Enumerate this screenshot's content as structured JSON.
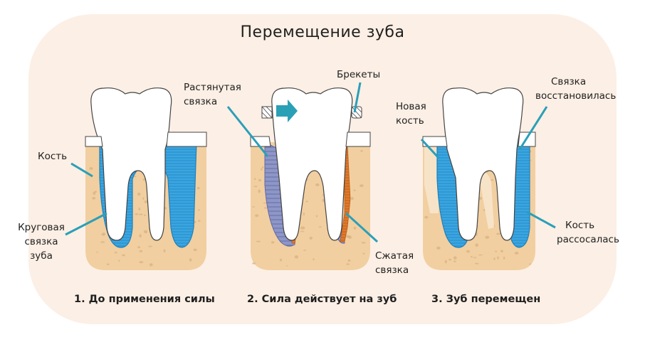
{
  "title": "Перемещение зуба",
  "colors": {
    "background": "#fcece0",
    "bone": "#f2cfa0",
    "bone_pore": "#d9b182",
    "ligament": "#3aa6e0",
    "pointer": "#2a9fb8",
    "stretched_ligament": "#8e96c6",
    "compressed_ligament": "#e07a2c",
    "new_bone": "#f7e3c8",
    "tooth": "#ffffff",
    "arrow": "#2aa0b6"
  },
  "panels": [
    {
      "caption": "1. До применения силы",
      "labels": {
        "bone": "Кость",
        "ligament_line1": "Круговая",
        "ligament_line2": "связка",
        "ligament_line3": "зуба"
      }
    },
    {
      "caption": "2. Сила действует на зуб",
      "labels": {
        "stretched_line1": "Растянутая",
        "stretched_line2": "связка",
        "braces": "Брекеты",
        "compressed_line1": "Сжатая",
        "compressed_line2": "связка"
      }
    },
    {
      "caption": "3. Зуб перемещен",
      "labels": {
        "new_bone_line1": "Новая",
        "new_bone_line2": "кость",
        "restored_line1": "Связка",
        "restored_line2": "восстановилась",
        "resorbed_line1": "Кость",
        "resorbed_line2": "рассосалась"
      }
    }
  ]
}
